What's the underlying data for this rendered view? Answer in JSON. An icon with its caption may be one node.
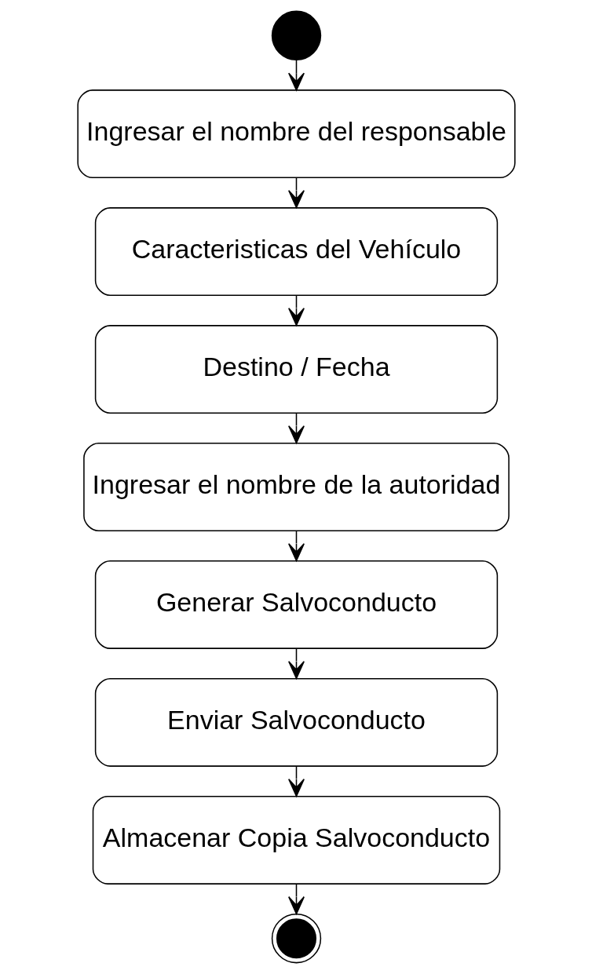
{
  "diagram": {
    "nodes": [
      {
        "text": [],
        "shape": "circle"
      },
      {
        "text": [
          "Ingresar el nombre del responsable"
        ]
      },
      {
        "text": [
          "Caracteristicas del Vehículo"
        ]
      },
      {
        "text": [
          "Destino / Fecha"
        ]
      },
      {
        "text": [
          "Ingresar el nombre de la autoridad"
        ]
      },
      {
        "text": [
          "Generar Salvoconducto"
        ]
      },
      {
        "text": [
          "Enviar Salvoconducto"
        ]
      },
      {
        "text": [
          "Almacenar Copia Salvoconducto"
        ]
      },
      {
        "text": [],
        "shape": "circle"
      }
    ],
    "edges": [
      {
        "from": 0,
        "to": 1,
        "arrow": "to"
      },
      {
        "from": 1,
        "to": 2,
        "arrow": "to"
      },
      {
        "from": 2,
        "to": 3,
        "arrow": "to"
      },
      {
        "from": 3,
        "to": 4,
        "arrow": "to"
      },
      {
        "from": 4,
        "to": 5,
        "arrow": "to"
      },
      {
        "from": 5,
        "to": 6,
        "arrow": "to"
      },
      {
        "from": 6,
        "to": 7,
        "arrow": "to"
      },
      {
        "from": 7,
        "to": 8,
        "arrow": "to"
      }
    ]
  }
}
